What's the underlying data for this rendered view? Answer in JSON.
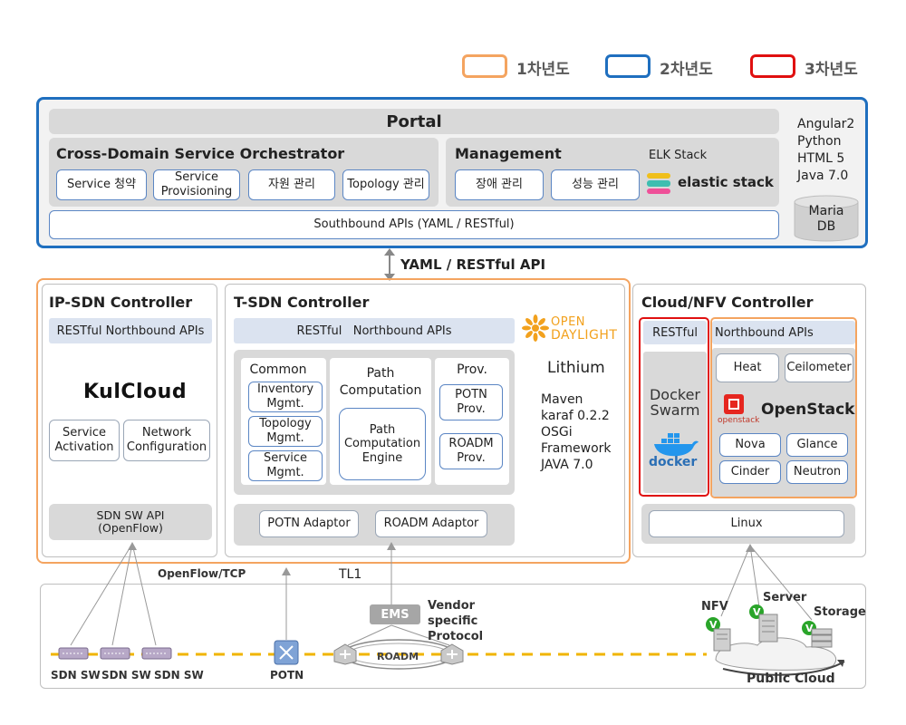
{
  "legend": [
    {
      "label": "1차년도",
      "color": "#f4a460"
    },
    {
      "label": "2차년도",
      "color": "#1f6fbf"
    },
    {
      "label": "3차년도",
      "color": "#e01010"
    }
  ],
  "portal": {
    "title": "Portal",
    "orchestrator": {
      "title": "Cross-Domain Service Orchestrator",
      "items": [
        "Service 청약",
        "Service Provisioning",
        "자원 관리",
        "Topology 관리"
      ]
    },
    "management": {
      "title": "Management",
      "elk": "ELK Stack",
      "items": [
        "장애 관리",
        "성능 관리"
      ],
      "elastic": "elastic stack"
    },
    "southbound": "Southbound APIs (YAML / RESTful)",
    "stack": [
      "Angular2",
      "Python",
      "HTML 5",
      "Java 7.0"
    ],
    "db": "Maria DB"
  },
  "api_label": "YAML / RESTful API",
  "ip_sdn": {
    "title": "IP-SDN Controller",
    "northbound": "RESTful Northbound APIs",
    "logo": "KulCloud",
    "items": [
      "Service Activation",
      "Network Configuration"
    ],
    "sw_api": "SDN SW API (OpenFlow)"
  },
  "t_sdn": {
    "title": "T-SDN Controller",
    "northbound": "RESTful   Northbound APIs",
    "common": {
      "title": "Common",
      "items": [
        "Inventory Mgmt.",
        "Topology Mgmt.",
        "Service Mgmt."
      ]
    },
    "path": {
      "title": "Path Computation",
      "engine": "Path Computation Engine"
    },
    "prov": {
      "title": "Prov.",
      "items": [
        "POTN Prov.",
        "ROADM Prov."
      ]
    },
    "adaptors": [
      "POTN Adaptor",
      "ROADM Adaptor"
    ],
    "odl_logo_line1": "OPEN",
    "odl_logo_line2": "DAYLIGHT",
    "release": "Lithium",
    "details": [
      "Maven",
      "karaf 0.2.2",
      "OSGi",
      "Framework",
      "JAVA 7.0"
    ]
  },
  "cloud": {
    "title": "Cloud/NFV Controller",
    "restful": "RESTful",
    "northbound": "Northbound APIs",
    "docker_title": "Docker Swarm",
    "docker_logo": "docker",
    "openstack_small": "openstack",
    "openstack": "OpenStack",
    "services": [
      "Heat",
      "Ceilometer",
      "Nova",
      "Glance",
      "Cinder",
      "Neutron"
    ],
    "linux": "Linux"
  },
  "network": {
    "openflow": "OpenFlow/TCP",
    "tl1": "TL1",
    "ems": "EMS",
    "vendor": "Vendor specific Protocol",
    "sdn_sw": [
      "SDN SW",
      "SDN SW",
      "SDN SW"
    ],
    "potn": "POTN",
    "roadm": "ROADM",
    "nfv": "NFV",
    "server": "Server",
    "storage": "Storage",
    "public_cloud": "Public Cloud"
  }
}
